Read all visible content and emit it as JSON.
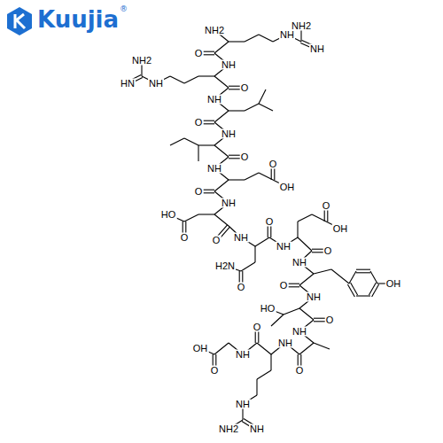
{
  "diagram": {
    "labels": [
      "Kuujia",
      "NH2",
      "NH",
      "NH",
      "NH2",
      "O",
      "NH",
      "NH2",
      "HN",
      "NH",
      "O",
      "NH",
      "O",
      "NH",
      "O",
      "NH",
      "OH",
      "O",
      "O",
      "NH",
      "HO",
      "O",
      "O",
      "NH",
      "H2N",
      "O",
      "O",
      "NH",
      "OH",
      "O",
      "O",
      "NH",
      "OH",
      "O",
      "NH",
      "HO",
      "O",
      "NH",
      "O",
      "NH",
      "NH",
      "NH",
      "NH2",
      "O",
      "NH",
      "O",
      "OH",
      "®"
    ]
  }
}
